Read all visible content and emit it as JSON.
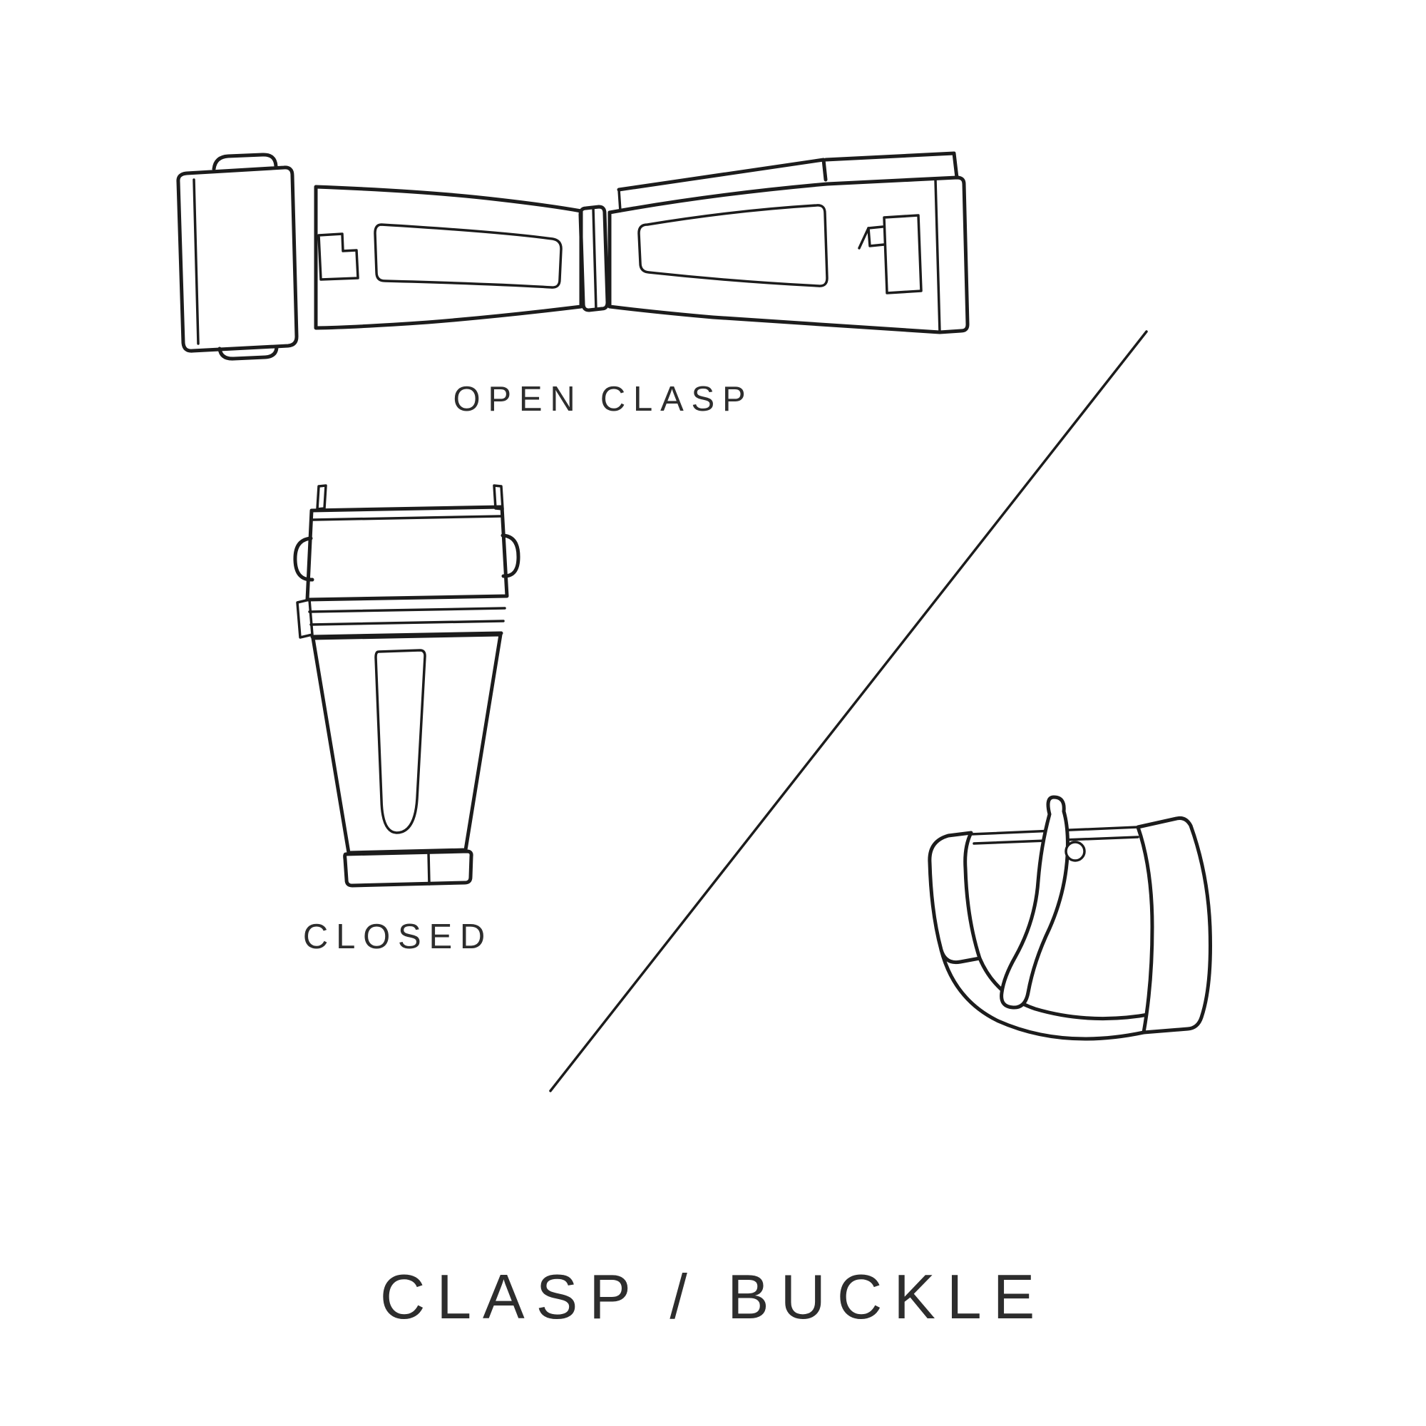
{
  "colors": {
    "background": "#ffffff",
    "line": "#1c1c1c",
    "text": "#2d2d2d"
  },
  "labels": {
    "open_clasp": "OPEN CLASP",
    "closed": "CLOSED",
    "title": "CLASP / BUCKLE"
  },
  "figures": {
    "open_clasp": "open-clasp-illustration",
    "closed_clasp": "closed-clasp-illustration",
    "buckle": "buckle-illustration",
    "divider": "diagonal-divider"
  }
}
